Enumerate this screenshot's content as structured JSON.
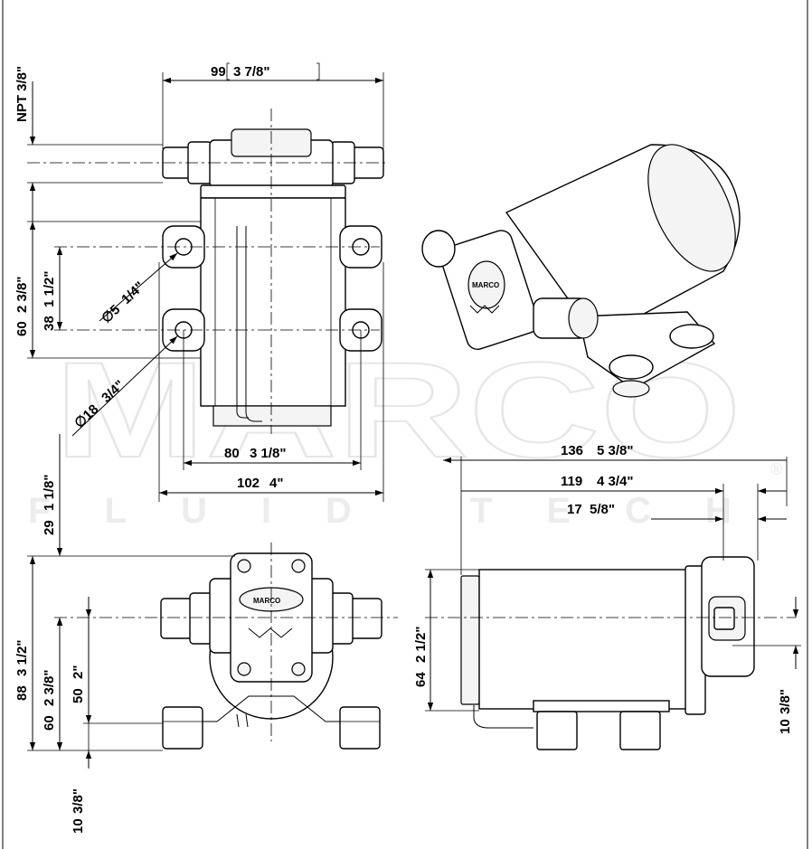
{
  "watermark": {
    "brand": "MARCO",
    "sub": "FLUID TECH",
    "reg": "®"
  },
  "logo_text": "MARCO",
  "top_view": {
    "width": {
      "mm": "99",
      "in": "3 7/8\""
    },
    "thread": {
      "label": "NPT 3/8\""
    },
    "height_60": {
      "mm": "60",
      "in": "2 3/8\""
    },
    "height_38": {
      "mm": "38",
      "in": "1 1/2\""
    },
    "hole": {
      "mm": "∅5",
      "in": "1/4\""
    },
    "slot": {
      "mm": "∅18",
      "in": "3/4\""
    },
    "span_80": {
      "mm": "80",
      "in": "3 1/8\""
    },
    "span_102": {
      "mm": "102",
      "in": "4\""
    }
  },
  "front_view": {
    "h_29": {
      "mm": "29",
      "in": "1 1/8\""
    },
    "h_88": {
      "mm": "88",
      "in": "3 1/2\""
    },
    "h_60": {
      "mm": "60",
      "in": "2 3/8\""
    },
    "h_50": {
      "mm": "50",
      "in": "2\""
    },
    "h_10": {
      "mm": "10",
      "in": "3/8\""
    }
  },
  "side_view": {
    "l_136": {
      "mm": "136",
      "in": "5 3/8\""
    },
    "l_119": {
      "mm": "119",
      "in": "4 3/4\""
    },
    "l_17": {
      "mm": "17",
      "in": "5/8\""
    },
    "h_64": {
      "mm": "64",
      "in": "2 1/2\""
    },
    "h_10": {
      "mm": "10",
      "in": "3/8\""
    }
  }
}
